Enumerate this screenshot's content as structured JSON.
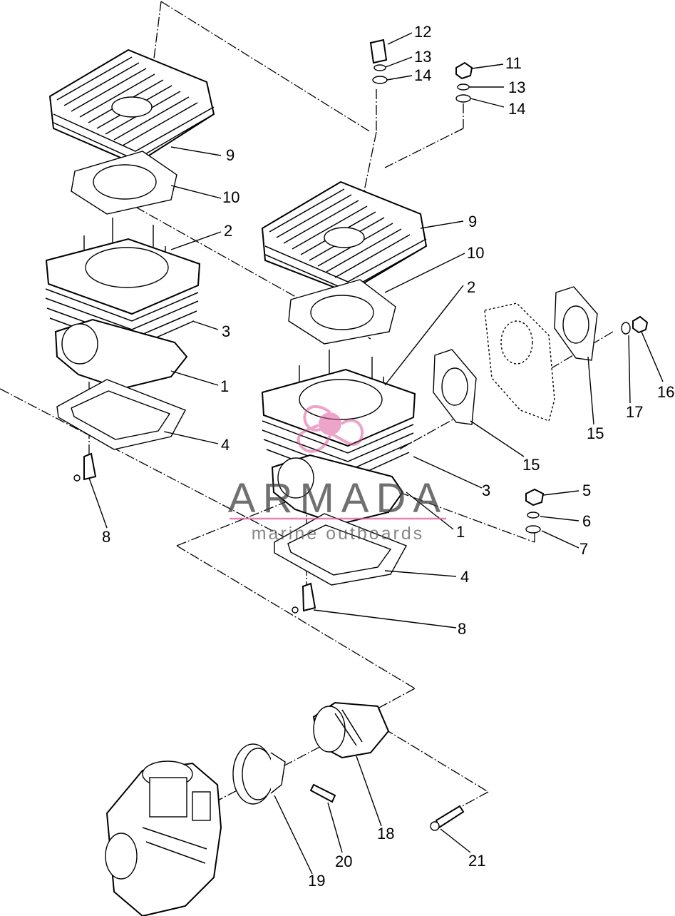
{
  "watermark": {
    "brand": "ARMADA",
    "tagline": "marine outboards",
    "accent_color": "#e05a9e"
  },
  "callouts": {
    "c12": "12",
    "c13a": "13",
    "c14a": "14",
    "c11": "11",
    "c13b": "13",
    "c14b": "14",
    "c9a": "9",
    "c10a": "10",
    "c2a": "2",
    "c3a": "3",
    "c1a": "1",
    "c4a": "4",
    "c8a": "8",
    "c9b": "9",
    "c10b": "10",
    "c2b": "2",
    "c15a": "15",
    "c15b": "15",
    "c17": "17",
    "c16": "16",
    "c3b": "3",
    "c5": "5",
    "c6": "6",
    "c7": "7",
    "c1b": "1",
    "c4b": "4",
    "c8b": "8",
    "c18": "18",
    "c19": "19",
    "c20": "20",
    "c21": "21"
  }
}
